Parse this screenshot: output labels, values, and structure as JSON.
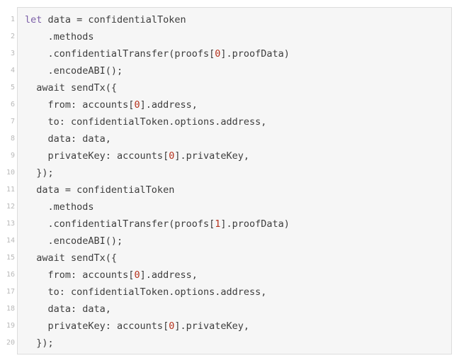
{
  "code": {
    "lines": [
      [
        {
          "t": "let",
          "c": "kw"
        },
        {
          "t": " data = confidentialToken"
        }
      ],
      [
        {
          "t": "    .methods"
        }
      ],
      [
        {
          "t": "    .confidentialTransfer(proofs["
        },
        {
          "t": "0",
          "c": "num"
        },
        {
          "t": "].proofData)"
        }
      ],
      [
        {
          "t": "    .encodeABI();"
        }
      ],
      [
        {
          "t": "  await sendTx({"
        }
      ],
      [
        {
          "t": "    from: accounts["
        },
        {
          "t": "0",
          "c": "num"
        },
        {
          "t": "].address,"
        }
      ],
      [
        {
          "t": "    to: confidentialToken.options.address,"
        }
      ],
      [
        {
          "t": "    data: data,"
        }
      ],
      [
        {
          "t": "    privateKey: accounts["
        },
        {
          "t": "0",
          "c": "num"
        },
        {
          "t": "].privateKey,"
        }
      ],
      [
        {
          "t": "  });"
        }
      ],
      [
        {
          "t": "  data = confidentialToken"
        }
      ],
      [
        {
          "t": "    .methods"
        }
      ],
      [
        {
          "t": "    .confidentialTransfer(proofs["
        },
        {
          "t": "1",
          "c": "num"
        },
        {
          "t": "].proofData)"
        }
      ],
      [
        {
          "t": "    .encodeABI();"
        }
      ],
      [
        {
          "t": "  await sendTx({"
        }
      ],
      [
        {
          "t": "    from: accounts["
        },
        {
          "t": "0",
          "c": "num"
        },
        {
          "t": "].address,"
        }
      ],
      [
        {
          "t": "    to: confidentialToken.options.address,"
        }
      ],
      [
        {
          "t": "    data: data,"
        }
      ],
      [
        {
          "t": "    privateKey: accounts["
        },
        {
          "t": "0",
          "c": "num"
        },
        {
          "t": "].privateKey,"
        }
      ],
      [
        {
          "t": "  });"
        }
      ]
    ],
    "colors": {
      "keyword": "#7b5ea7",
      "number": "#b5321d",
      "text": "#3d3d3d",
      "line_number": "#b8b8b8",
      "background": "#f6f6f6"
    }
  }
}
